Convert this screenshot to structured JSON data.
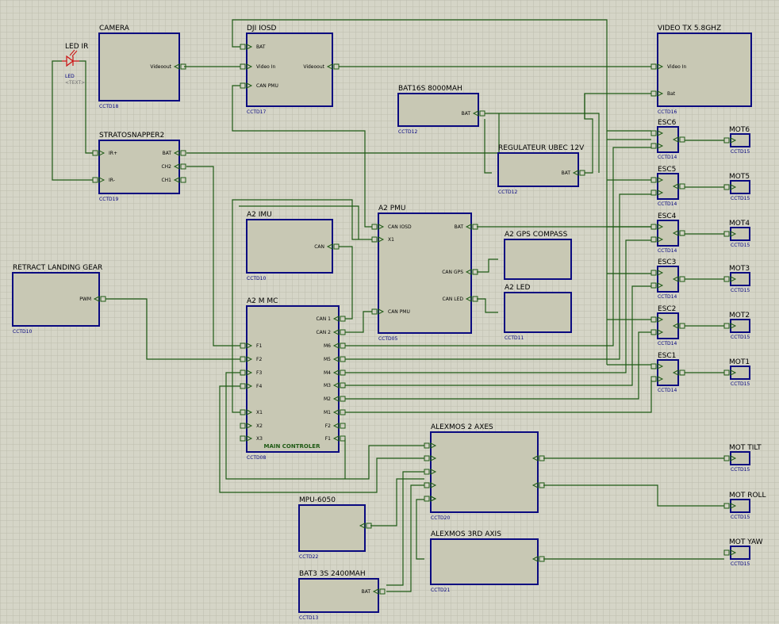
{
  "colors": {
    "background": "#d5d5c7",
    "grid": "#bdbdae",
    "wire": "#1e5a14",
    "body": "#c8c8b4",
    "border": "#0a0a80",
    "pin": "#1e5a14",
    "label": "#000000",
    "ref": "#000080",
    "led": "#cc1111"
  },
  "components": {
    "camera": {
      "title": "CAMERA",
      "ref": "CCTD18",
      "pins": {
        "videoout": "Videoout"
      }
    },
    "djiosd": {
      "title": "DJI IOSD",
      "ref": "CCTD17",
      "pins": {
        "bat": "BAT",
        "videoin": "Video In",
        "canpmu": "CAN PMU",
        "videoout": "Videoout"
      }
    },
    "videotx": {
      "title": "VIDEO TX 5.8GHZ",
      "ref": "CCTD16",
      "pins": {
        "videoin": "Video In",
        "bat": "Bat"
      }
    },
    "bat16": {
      "title": "BAT16S 8000MAH",
      "ref": "CCTD12",
      "pins": {
        "bat": "BAT"
      }
    },
    "stratosnapper": {
      "title": "STRATOSNAPPER2",
      "ref": "CCTD19",
      "pins": {
        "irp": "IR+",
        "irm": "IR-",
        "bat": "BAT",
        "ch2": "CH2",
        "ch1": "CH1"
      }
    },
    "ubec": {
      "title": "REGULATEUR UBEC 12V",
      "ref": "CCTD12",
      "pins": {
        "bat": "BAT"
      }
    },
    "a2imu": {
      "title": "A2 IMU",
      "ref": "CCTD10",
      "pins": {
        "can": "CAN"
      }
    },
    "a2pmu": {
      "title": "A2 PMU",
      "ref": "CCTD05",
      "pins": {
        "caniosd": "CAN IOSD",
        "x1": "X1",
        "canpmu": "CAN PMU",
        "bat": "BAT",
        "cangps": "CAN GPS",
        "canled": "CAN LED"
      }
    },
    "gps": {
      "title": "A2 GPS COMPASS",
      "ref": ""
    },
    "a2led": {
      "title": "A2 LED",
      "ref": "CCTD11"
    },
    "retract": {
      "title": "RETRACT LANDING GEAR",
      "ref": "CCTD10",
      "pins": {
        "pwm": "PWM"
      }
    },
    "a2mc": {
      "title": "A2 M MC",
      "ref": "CCTD08",
      "subtitle": "MAIN CONTROLER",
      "pins": {
        "f1": "F1",
        "f2": "F2",
        "f3": "F3",
        "f4": "F4",
        "x1": "X1",
        "x2": "X2",
        "x3": "X3",
        "can1": "CAN 1",
        "can2": "CAN 2",
        "m6": "M6",
        "m5": "M5",
        "m4": "M4",
        "m3": "M3",
        "m2": "M2",
        "m1": "M1",
        "rf2": "F2",
        "rf1": "F1"
      }
    },
    "alexmos2": {
      "title": "ALEXMOS 2 AXES",
      "ref": "CCTD20"
    },
    "alexmos3": {
      "title": "ALEXMOS 3RD AXIS",
      "ref": "CCTD21"
    },
    "mpu": {
      "title": "MPU-6050",
      "ref": "CCTD22"
    },
    "bat3s": {
      "title": "BAT3 3S 2400MAH",
      "ref": "CCTD13",
      "pins": {
        "bat": "BAT"
      }
    },
    "esc6": {
      "title": "ESC6",
      "ref": "CCTD14"
    },
    "esc5": {
      "title": "ESC5",
      "ref": "CCTD14"
    },
    "esc4": {
      "title": "ESC4",
      "ref": "CCTD14"
    },
    "esc3": {
      "title": "ESC3",
      "ref": "CCTD14"
    },
    "esc2": {
      "title": "ESC2",
      "ref": "CCTD14"
    },
    "esc1": {
      "title": "ESC1",
      "ref": "CCTD14"
    },
    "mot6": {
      "title": "MOT6",
      "ref": "CCTD15"
    },
    "mot5": {
      "title": "MOT5",
      "ref": "CCTD15"
    },
    "mot4": {
      "title": "MOT4",
      "ref": "CCTD15"
    },
    "mot3": {
      "title": "MOT3",
      "ref": "CCTD15"
    },
    "mot2": {
      "title": "MOT2",
      "ref": "CCTD15"
    },
    "mot1": {
      "title": "MOT1",
      "ref": "CCTD15"
    },
    "mottilt": {
      "title": "MOT TILT",
      "ref": "CCTD15"
    },
    "motroll": {
      "title": "MOT ROLL",
      "ref": "CCTD15"
    },
    "motyaw": {
      "title": "MOT YAW",
      "ref": "CCTD15"
    },
    "ledir": {
      "title": "LED IR",
      "ref": "LED",
      "text": "<TEXT>"
    }
  }
}
